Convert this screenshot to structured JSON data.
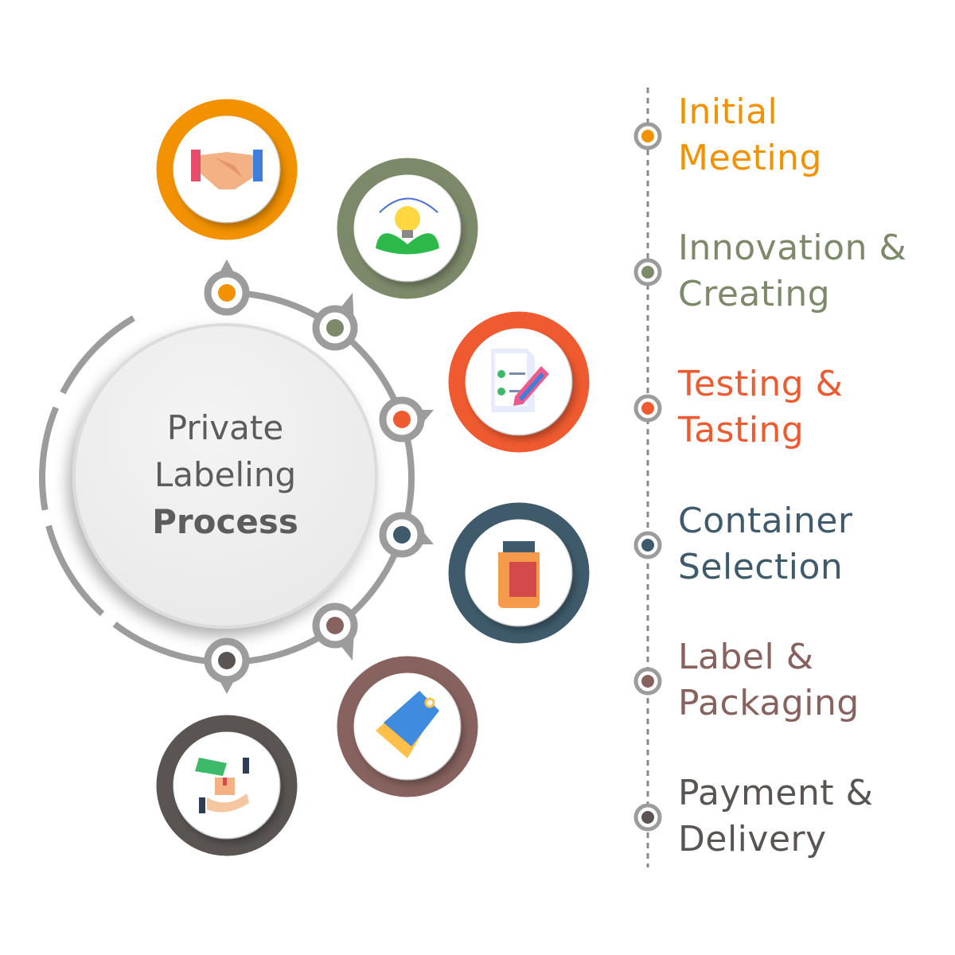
{
  "center": {
    "line1": "Private",
    "line2": "Labeling",
    "line3": "Process"
  },
  "colors": {
    "ring": "#9c9c9c",
    "timeline": "#8a8a8a"
  },
  "steps": [
    {
      "line1": "Initial",
      "line2": "Meeting",
      "color": "#F39200",
      "icon": "handshake-icon"
    },
    {
      "line1": "Innovation &",
      "line2": "Creating",
      "color": "#7D8A6A",
      "icon": "lightbulb-plant-icon"
    },
    {
      "line1": "Testing &",
      "line2": "Tasting",
      "color": "#F05A30",
      "icon": "checklist-pencil-icon"
    },
    {
      "line1": "Container",
      "line2": "Selection",
      "color": "#3F5B6B",
      "icon": "jar-icon"
    },
    {
      "line1": "Label &",
      "line2": "Packaging",
      "color": "#87625F",
      "icon": "price-tag-icon"
    },
    {
      "line1": "Payment &",
      "line2": "Delivery",
      "color": "#5A5553",
      "icon": "payment-delivery-icon"
    }
  ]
}
